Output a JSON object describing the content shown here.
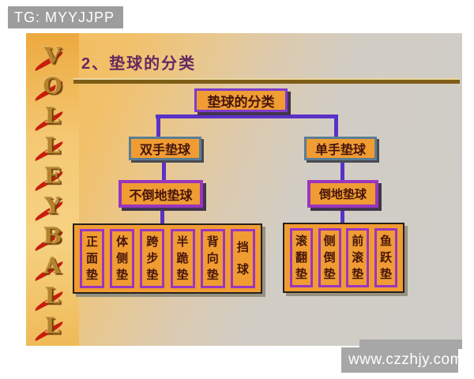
{
  "banner": {
    "text": "TG: MYYJJPP"
  },
  "watermark": {
    "text": "www.czzhjy.com"
  },
  "slide": {
    "title": "2、垫球的分类",
    "sidebar_letters": [
      "V",
      "O",
      "L",
      "L",
      "E",
      "Y",
      "B",
      "A",
      "L",
      "L"
    ],
    "tree": {
      "root": "垫球的分类",
      "level2_left": "双手垫球",
      "level2_right": "单手垫球",
      "level3_left": "不倒地垫球",
      "level3_right": "倒地垫球",
      "left_leaves": [
        "正面垫",
        "体侧垫",
        "跨步垫",
        "半跪垫",
        "背向垫",
        "挡球"
      ],
      "right_leaves": [
        "滚翻垫",
        "侧倒垫",
        "前滚垫",
        "鱼跃垫"
      ]
    }
  },
  "colors": {
    "node_fill": "#f09c33",
    "node_text": "#47150a",
    "connector": "#5a32c6",
    "purple_border": "#9a35bd",
    "blue_border": "#5b7d92",
    "banner_gray": "#9d9d9d",
    "slide_orange": "#f2c068",
    "slide_gray": "#cecdc9"
  }
}
